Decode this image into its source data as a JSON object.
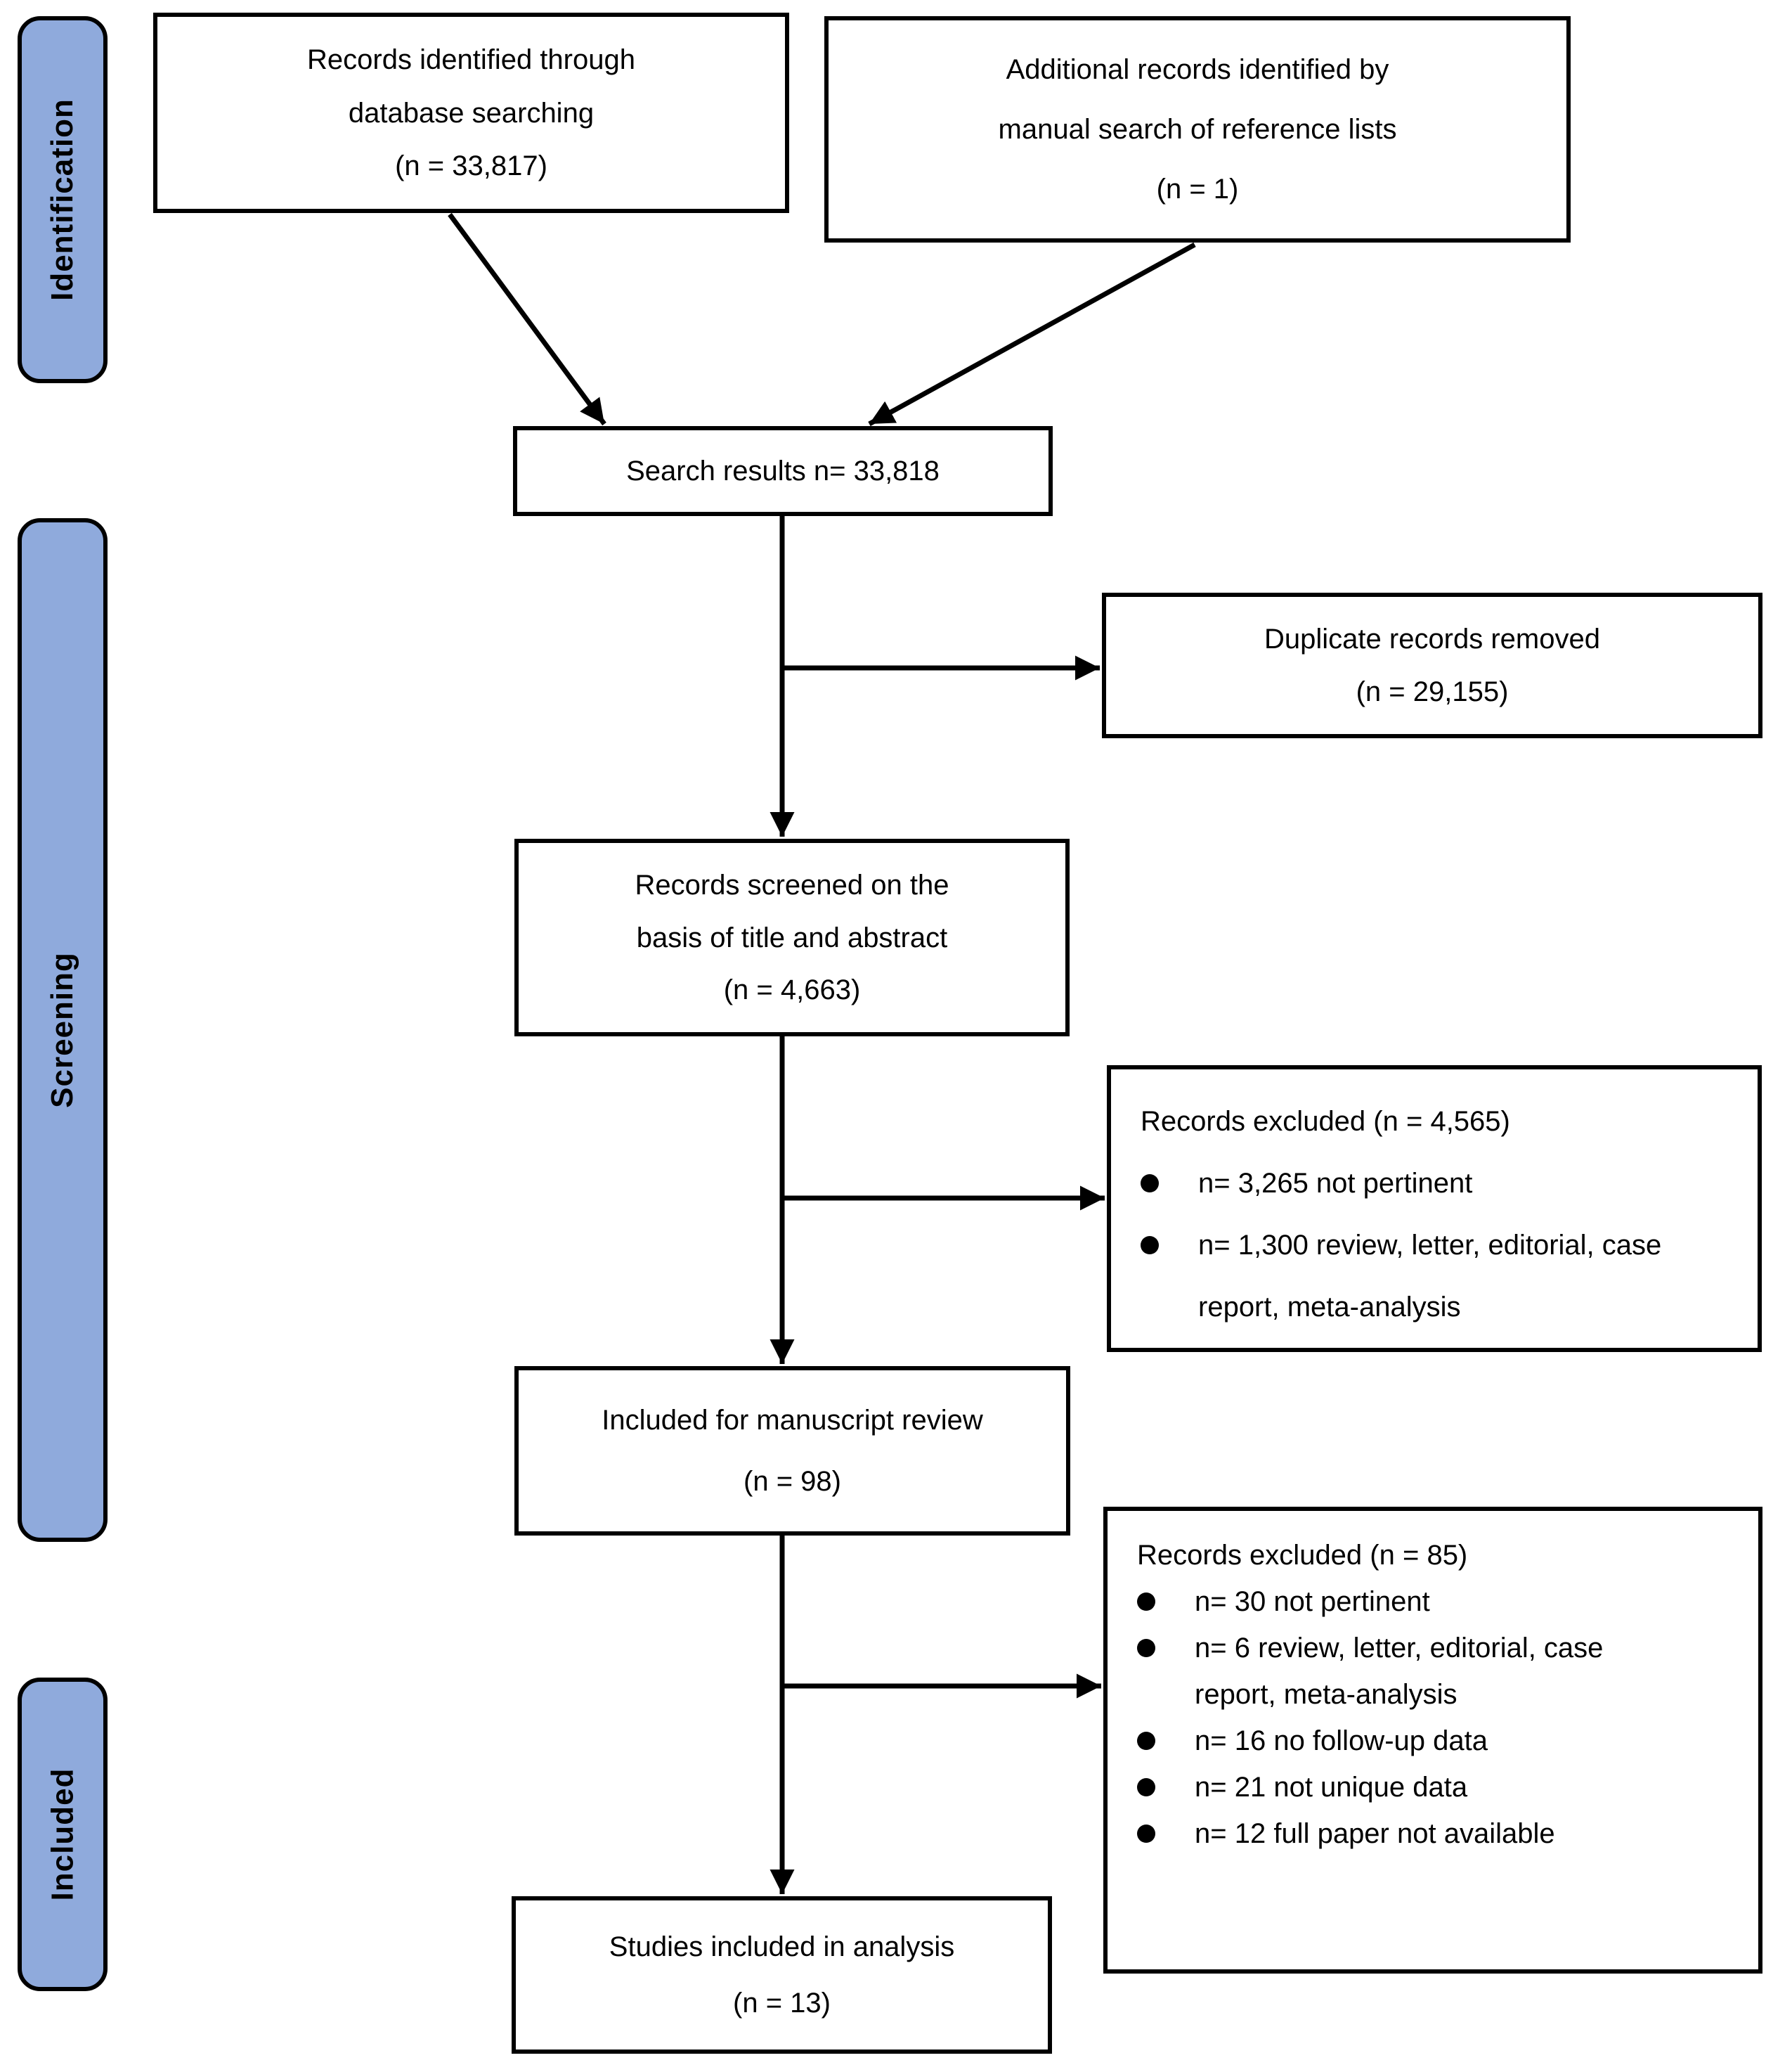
{
  "stages": [
    {
      "label": "Identification"
    },
    {
      "label": "Screening"
    },
    {
      "label": "Included"
    }
  ],
  "boxes": {
    "db_search": {
      "lines": [
        "Records identified through",
        "database searching",
        "(n = 33,817)"
      ]
    },
    "manual_search": {
      "lines": [
        "Additional records identified by",
        "manual search of reference lists",
        "(n = 1)"
      ]
    },
    "search_results": {
      "lines": [
        "Search results n= 33,818"
      ]
    },
    "duplicates_removed": {
      "lines": [
        "Duplicate records removed",
        "(n = 29,155)"
      ]
    },
    "records_screened": {
      "lines": [
        "Records screened on the",
        "basis of title and abstract",
        "(n = 4,663)"
      ]
    },
    "excluded_screening": {
      "title": "Records excluded (n = 4,565)",
      "bullets": [
        "n= 3,265 not pertinent",
        "n= 1,300 review, letter, editorial, case report, meta-analysis"
      ]
    },
    "manuscript_review": {
      "lines": [
        "Included for manuscript review",
        "(n = 98)"
      ]
    },
    "excluded_manuscript": {
      "title": "Records excluded (n = 85)",
      "bullets": [
        "n= 30 not pertinent",
        "n= 6 review, letter, editorial, case report, meta-analysis",
        "n= 16 no follow-up data",
        "n= 21 not unique data",
        "n= 12 full paper not available"
      ]
    },
    "included_analysis": {
      "lines": [
        "Studies included in analysis",
        "(n = 13)"
      ]
    }
  },
  "colors": {
    "stage_fill": "#8FAADC",
    "stroke": "#000000",
    "box_bg": "#FFFFFF",
    "text": "#000000",
    "page_bg": "#FFFFFF"
  }
}
